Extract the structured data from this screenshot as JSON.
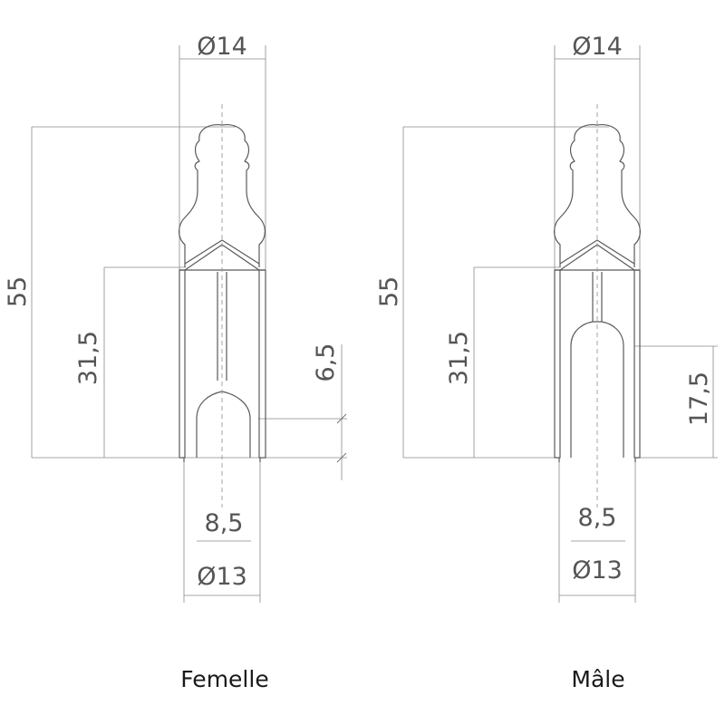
{
  "parts": [
    {
      "caption": "Femelle",
      "dims": {
        "top_diameter": "Ø14",
        "total_height": "55",
        "body_height": "31,5",
        "socket_depth": "6,5",
        "pin_diameter": "8,5",
        "bottom_diameter": "Ø13"
      }
    },
    {
      "caption": "Mâle",
      "dims": {
        "top_diameter": "Ø14",
        "total_height": "55",
        "body_height": "31,5",
        "pin_length": "17,5",
        "pin_diameter": "8,5",
        "bottom_diameter": "Ø13"
      }
    }
  ]
}
